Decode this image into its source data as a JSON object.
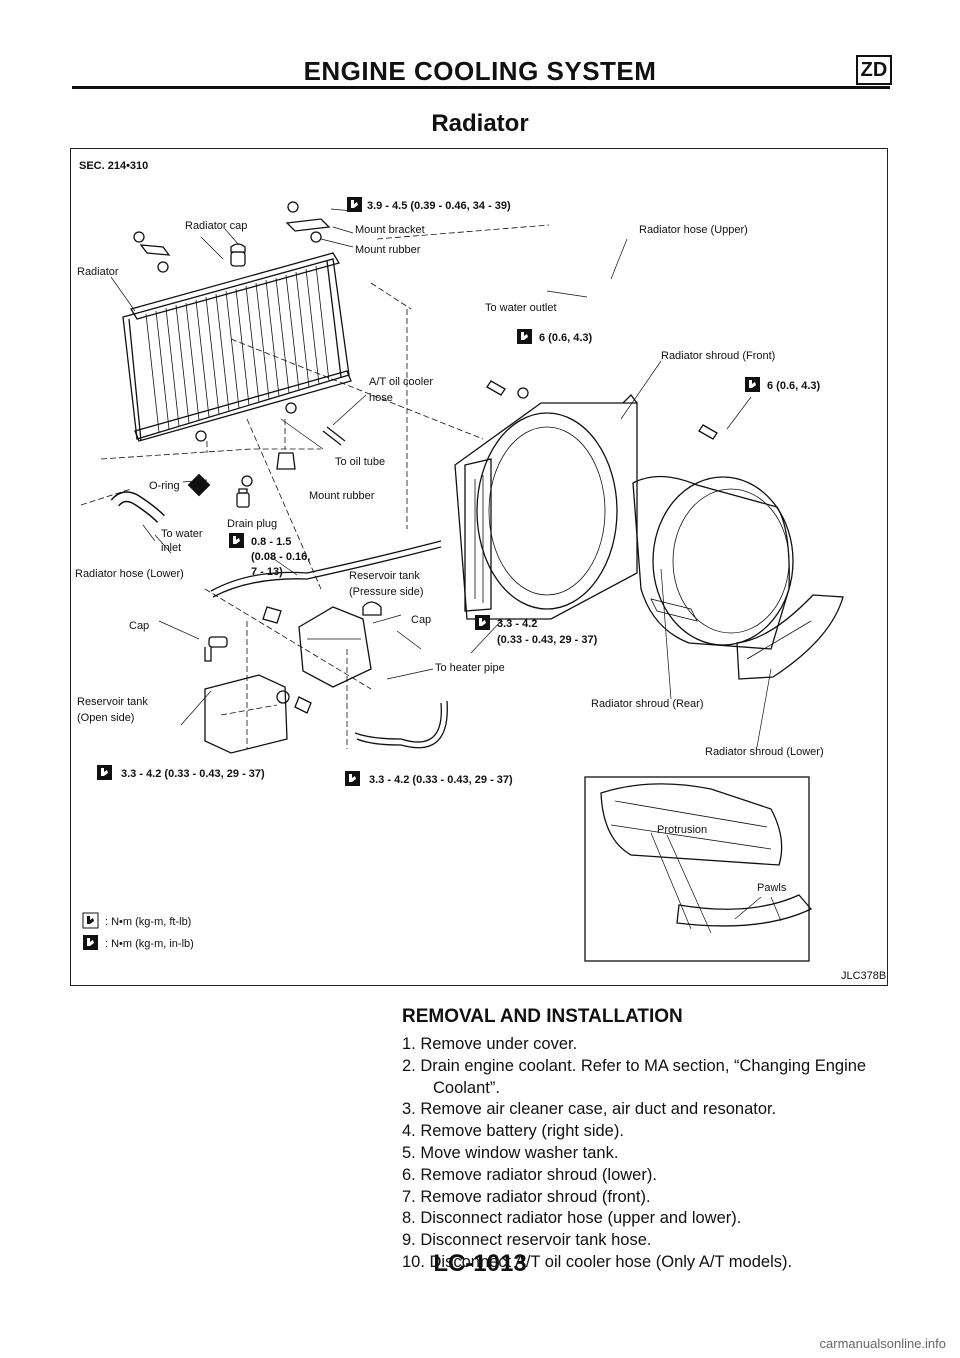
{
  "header": {
    "title": "ENGINE COOLING SYSTEM",
    "code": "ZD"
  },
  "section_title": "Radiator",
  "figure": {
    "sec": "SEC. 214•310",
    "code": "JLC378B",
    "labels": {
      "torque_top": "3.9 - 4.5 (0.39 - 0.46, 34 - 39)",
      "radiator_cap": "Radiator cap",
      "mount_bracket": "Mount bracket",
      "mount_rubber_top": "Mount rubber",
      "radiator": "Radiator",
      "hose_upper": "Radiator hose (Upper)",
      "to_water_outlet": "To water outlet",
      "torque_6a": "6 (0.6, 4.3)",
      "shroud_front": "Radiator shroud (Front)",
      "torque_6b": "6 (0.6, 4.3)",
      "at_cooler_1": "A/T oil cooler",
      "at_cooler_2": "hose",
      "to_oil_tube": "To oil tube",
      "o_ring": "O-ring",
      "mount_rubber_bottom": "Mount rubber",
      "to_water_inlet_1": "To water",
      "to_water_inlet_2": "inlet",
      "drain_plug": "Drain plug",
      "torque_drain_1": "0.8 - 1.5",
      "torque_drain_2": "(0.08 - 0.16,",
      "torque_drain_3": "7 - 13)",
      "hose_lower": "Radiator hose (Lower)",
      "reservoir_pressure_1": "Reservoir tank",
      "reservoir_pressure_2": "(Pressure side)",
      "cap_right": "Cap",
      "cap_left": "Cap",
      "torque_33a_1": "3.3 - 4.2",
      "torque_33a_2": "(0.33 - 0.43, 29 - 37)",
      "to_heater_pipe": "To heater pipe",
      "reservoir_open_1": "Reservoir tank",
      "reservoir_open_2": "(Open side)",
      "shroud_rear": "Radiator shroud (Rear)",
      "shroud_lower": "Radiator shroud (Lower)",
      "torque_33b": "3.3 - 4.2 (0.33 - 0.43, 29 - 37)",
      "torque_33c": "3.3 - 4.2 (0.33 - 0.43, 29 - 37)",
      "protrusion": "Protrusion",
      "pawls": "Pawls",
      "legend_ft": ": N•m (kg-m, ft-lb)",
      "legend_in": ": N•m (kg-m, in-lb)"
    }
  },
  "removal": {
    "heading": "REMOVAL AND INSTALLATION",
    "steps": [
      "1.  Remove under cover.",
      "2.  Drain engine coolant. Refer to MA section, “Changing Engine Coolant”.",
      "3.  Remove air cleaner case, air duct and resonator.",
      "4.  Remove battery (right side).",
      "5.  Move window washer tank.",
      "6.  Remove radiator shroud (lower).",
      "7.  Remove radiator shroud (front).",
      "8.  Disconnect radiator hose (upper and lower).",
      "9.  Disconnect reservoir tank hose.",
      "10. Disconnect A/T oil cooler hose (Only A/T models)."
    ]
  },
  "footer": {
    "page_code": "LC-1013"
  },
  "watermark": "carmanualsonline.info"
}
